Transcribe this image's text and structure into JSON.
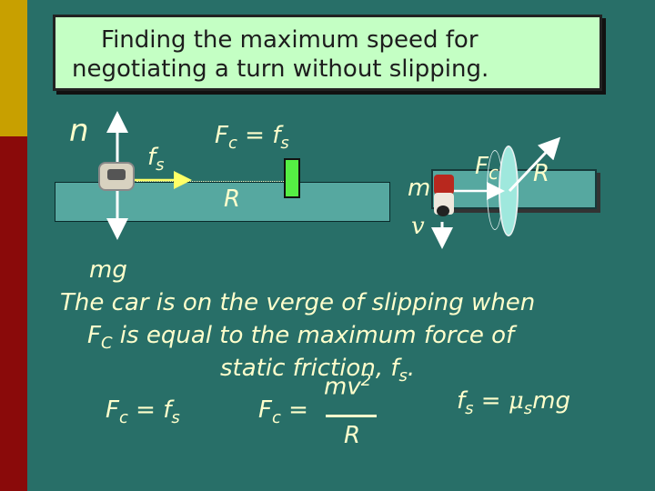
{
  "title": {
    "line1": "Finding the maximum speed for",
    "line2": "negotiating a turn without slipping."
  },
  "diagram": {
    "n_label": "n",
    "fs_label": "f",
    "fs_sub": "s",
    "equality_top": {
      "lhs": "F",
      "lhs_sub": "c",
      "mid": " = f",
      "rhs_sub": "s"
    },
    "radius_left": "R",
    "mass_label": "m",
    "fc_label": "F",
    "fc_sub": "c",
    "radius_right": "R",
    "velocity_label": "v",
    "weight_label": "mg"
  },
  "body_text": {
    "line1": "The car is on the verge of slipping when",
    "line2_pre": "F",
    "line2_sub": "C",
    "line2_post": " is equal to the maximum force of",
    "line3_pre": "static friction,  f",
    "line3_sub": "s",
    "line3_post": "."
  },
  "equations": {
    "eq1": {
      "lhs": "F",
      "lhs_sub": "c",
      "mid": " = f",
      "rhs_sub": "s"
    },
    "eq2": {
      "lhs": "F",
      "lhs_sub": "c",
      "equals": " =",
      "numerator": "mv",
      "exponent": "2",
      "denominator": "R"
    },
    "eq3": {
      "lhs": "f",
      "lhs_sub": "s",
      "mid": " = ",
      "mu": "μ",
      "mu_sub": "s",
      "rest": "mg"
    }
  },
  "colors": {
    "background": "#286f68",
    "title_box": "#c4ffc4",
    "text": "#ffffcc",
    "post": "#55ee44",
    "arrow": "#ffffff",
    "friction_arrow": "#ffff66"
  }
}
